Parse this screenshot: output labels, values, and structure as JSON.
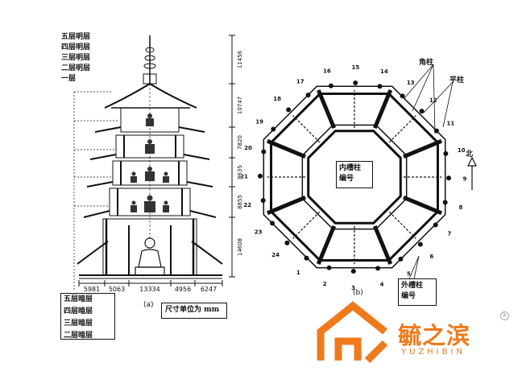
{
  "left_figure": {
    "level_labels_top": [
      "五层明层",
      "四层明层",
      "三层明层",
      "二层明层",
      "一层"
    ],
    "bottom_dims": [
      "5981",
      "5063",
      "13334",
      "4956",
      "6247"
    ],
    "right_dims": [
      "11456",
      "10747",
      "7820",
      "8635",
      "8855",
      "14608"
    ],
    "panel_label": "(a)",
    "level_labels_bottom": [
      "五层暗层",
      "四层暗层",
      "三层暗层",
      "二层暗层"
    ],
    "unit_note": "尺寸单位为 mm"
  },
  "right_figure": {
    "column_numbers": [
      "1",
      "2",
      "3",
      "4",
      "5",
      "6",
      "7",
      "8",
      "9",
      "10",
      "11",
      "12",
      "13",
      "14",
      "15",
      "16",
      "17",
      "18",
      "19",
      "20",
      "21",
      "22",
      "23",
      "24"
    ],
    "inner_column_label": [
      "内槽柱",
      "编号"
    ],
    "outer_column_label": [
      "外槽柱",
      "编号"
    ],
    "corner_column": "角柱",
    "flat_column": "平柱",
    "north": "北",
    "panel_label": "(b)"
  },
  "logo": {
    "name": "毓之滨",
    "latin": "YUZHIBIN",
    "registered": "R",
    "color": "#ee7a1c"
  }
}
